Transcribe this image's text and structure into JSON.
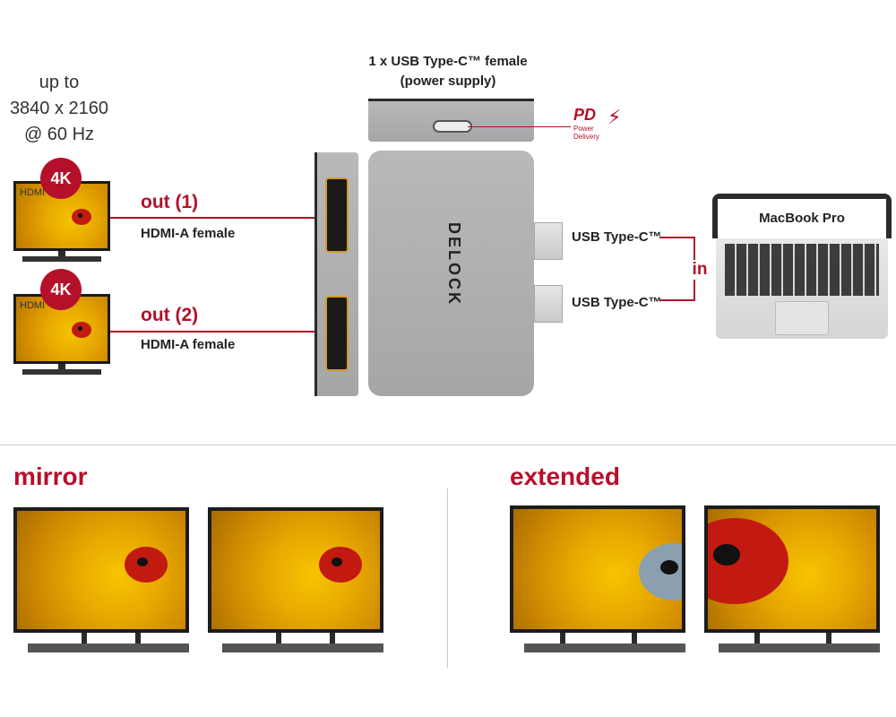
{
  "resolution": {
    "line1": "up to",
    "line2": "3840 x 2160",
    "line3": "@ 60 Hz"
  },
  "outputs": [
    {
      "badge": "4K",
      "screen_tag": "HDMI",
      "label": "out (1)",
      "connector": "HDMI-A female"
    },
    {
      "badge": "4K",
      "screen_tag": "HDMI",
      "label": "out (2)",
      "connector": "HDMI-A female"
    }
  ],
  "power": {
    "title_line1": "1 x USB Type-C™ female",
    "title_line2": "(power supply)",
    "pd_logo": "PD",
    "pd_sub1": "Power",
    "pd_sub2": "Delivery"
  },
  "device": {
    "brand": "DELOCK"
  },
  "inputs": {
    "connector1": "USB Type-C™",
    "connector2": "USB Type-C™",
    "label": "in"
  },
  "laptop": {
    "name": "MacBook Pro"
  },
  "modes": {
    "mirror": "mirror",
    "extended": "extended"
  },
  "colors": {
    "accent": "#b5102a",
    "device": "#a9aaac"
  }
}
